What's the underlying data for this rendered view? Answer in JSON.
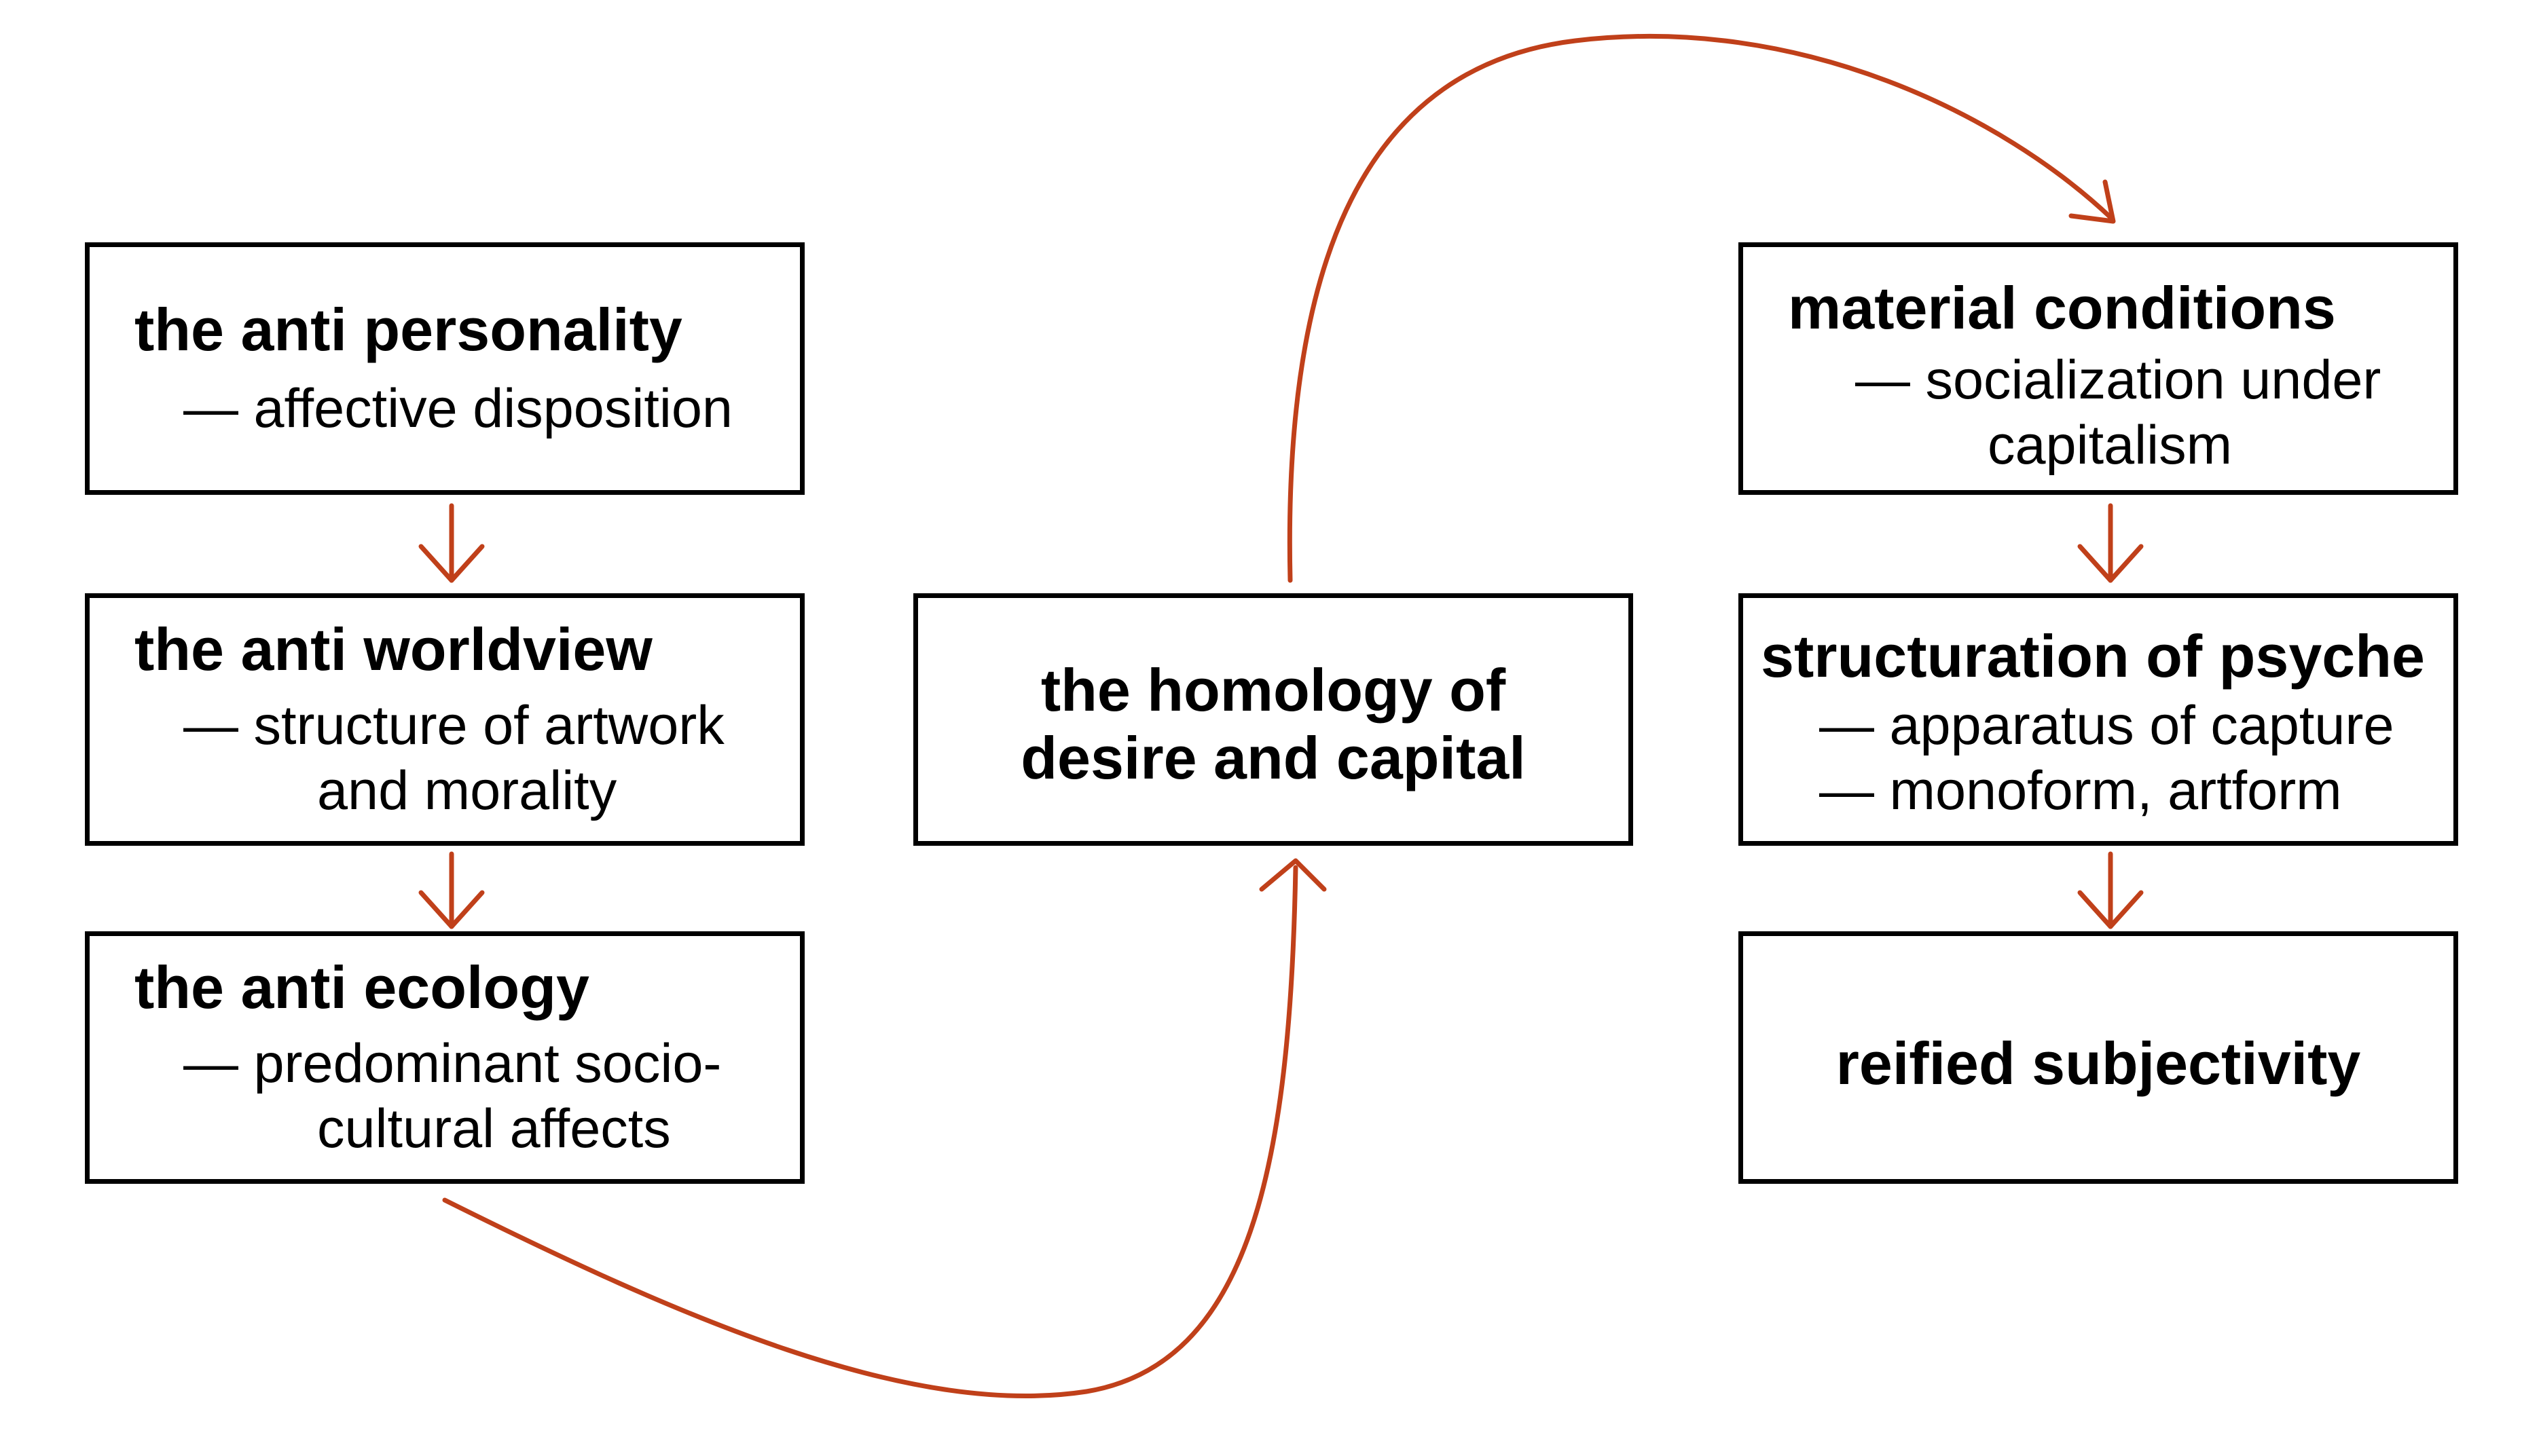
{
  "colors": {
    "arrow": "#C0401A",
    "border": "#000000",
    "background": "#FFFFFF"
  },
  "left_column": {
    "box1": {
      "title": "the anti personality",
      "sub": "— affective disposition"
    },
    "box2": {
      "title": "the anti worldview",
      "sub_line1": "— structure of artwork",
      "sub_line2": "and morality"
    },
    "box3": {
      "title": "the anti ecology",
      "sub_line1": "— predominant socio-",
      "sub_line2": "cultural affects"
    }
  },
  "center": {
    "title_line1": "the homology of",
    "title_line2": "desire and capital"
  },
  "right_column": {
    "box1": {
      "title": "material conditions",
      "sub_line1": "— socialization under",
      "sub_line2": "capitalism"
    },
    "box2": {
      "title": "structuration of psyche",
      "sub_line1": "— apparatus of capture",
      "sub_line2": "— monoform, artform"
    },
    "box3": {
      "title": "reified subjectivity"
    }
  }
}
